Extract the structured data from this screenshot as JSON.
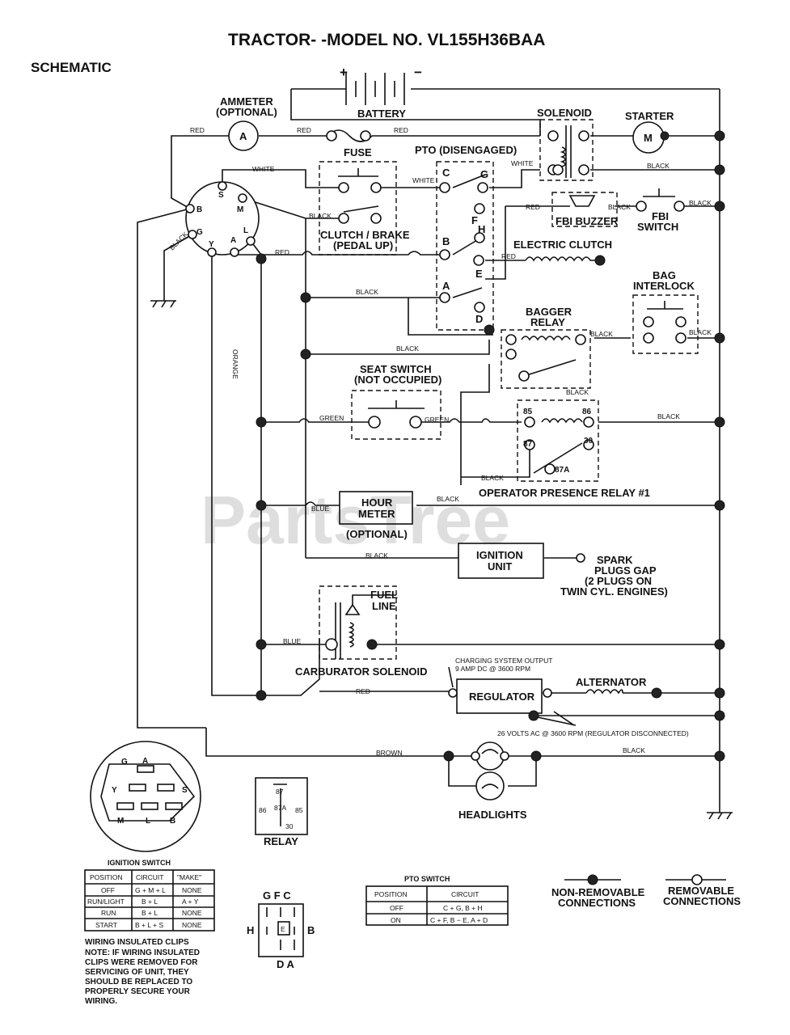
{
  "title": "TRACTOR- -MODEL NO. VL155H36BAA",
  "subtitle": "SCHEMATIC",
  "watermark": "PartsTree",
  "components": {
    "battery": "BATTERY",
    "battery_plus": "+",
    "battery_minus": "−",
    "ammeter_1": "AMMETER",
    "ammeter_2": "(OPTIONAL)",
    "ammeter_letter": "A",
    "fuse": "FUSE",
    "solenoid": "SOLENOID",
    "starter": "STARTER",
    "starter_letter": "M",
    "pto": "PTO (DISENGAGED)",
    "clutch_brake_1": "CLUTCH / BRAKE",
    "clutch_brake_2": "(PEDAL UP)",
    "fbi_buzzer": "FBI BUZZER",
    "fbi_switch_1": "FBI",
    "fbi_switch_2": "SWITCH",
    "electric_clutch": "ELECTRIC CLUTCH",
    "bag_interlock_1": "BAG",
    "bag_interlock_2": "INTERLOCK",
    "bagger_relay_1": "BAGGER",
    "bagger_relay_2": "RELAY",
    "seat_switch_1": "SEAT SWITCH",
    "seat_switch_2": "(NOT OCCUPIED)",
    "opr_relay": "OPERATOR PRESENCE RELAY #1",
    "hour_meter_1": "HOUR",
    "hour_meter_2": "METER",
    "hour_meter_3": "(OPTIONAL)",
    "ignition_unit_1": "IGNITION",
    "ignition_unit_2": "UNIT",
    "spark_1": "SPARK",
    "spark_2": "PLUGS GAP",
    "spark_3": "(2 PLUGS ON",
    "spark_4": "TWIN CYL. ENGINES)",
    "fuel_line_1": "FUEL",
    "fuel_line_2": "LINE",
    "carb_solenoid": "CARBURATOR SOLENOID",
    "charging_1": "CHARGING SYSTEM OUTPUT",
    "charging_2": "9 AMP DC @ 3600 RPM",
    "regulator": "REGULATOR",
    "alternator": "ALTERNATOR",
    "volts": "26 VOLTS AC @ 3600 RPM (REGULATOR DISCONNECTED)",
    "headlights": "HEADLIGHTS",
    "relay": "RELAY"
  },
  "pto_terminals": [
    "C",
    "G",
    "F",
    "H",
    "B",
    "E",
    "A",
    "D"
  ],
  "ignition_terminals": [
    "S",
    "M",
    "B",
    "G",
    "L",
    "Y",
    "A"
  ],
  "relay_terminals": [
    "85",
    "86",
    "87",
    "30",
    "87A"
  ],
  "wire_colors": {
    "red": "RED",
    "white": "WHITE",
    "black": "BLACK",
    "orange": "ORANGE",
    "green": "GREEN",
    "blue": "BLUE",
    "brown": "BROWN"
  },
  "ignition_switch_table": {
    "title": "IGNITION SWITCH",
    "headers": [
      "POSITION",
      "CIRCUIT",
      "\"MAKE\""
    ],
    "rows": [
      [
        "OFF",
        "G + M + L",
        "NONE"
      ],
      [
        "RUN/LIGHT",
        "B + L",
        "A + Y"
      ],
      [
        "RUN",
        "B + L",
        "NONE"
      ],
      [
        "START",
        "B + L + S",
        "NONE"
      ]
    ]
  },
  "pto_switch_table": {
    "title": "PTO SWITCH",
    "headers": [
      "POSITION",
      "CIRCUIT"
    ],
    "rows": [
      [
        "OFF",
        "C + G, B + H"
      ],
      [
        "ON",
        "C + F, B − E, A + D"
      ]
    ]
  },
  "pto_connector_letters": {
    "top": "G F C",
    "left": "H",
    "center": "E",
    "right": "B",
    "bottom": "D A"
  },
  "legend": {
    "non_removable_1": "NON-REMOVABLE",
    "non_removable_2": "CONNECTIONS",
    "removable_1": "REMOVABLE",
    "removable_2": "CONNECTIONS"
  },
  "note": {
    "heading": "WIRING INSULATED CLIPS",
    "lines": [
      "NOTE: IF WIRING INSULATED",
      "CLIPS WERE REMOVED FOR",
      "SERVICING OF UNIT, THEY",
      "SHOULD BE REPLACED TO",
      "PROPERLY SECURE YOUR",
      "WIRING."
    ]
  }
}
